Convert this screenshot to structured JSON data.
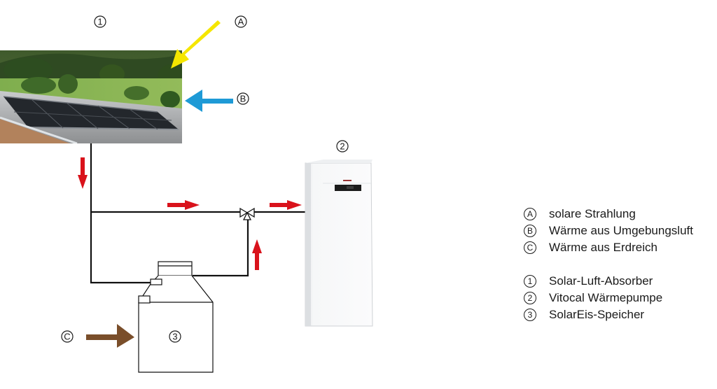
{
  "diagram": {
    "components": [
      {
        "id": "1",
        "marker": "1",
        "name": "Solar-Luft-Absorber"
      },
      {
        "id": "2",
        "marker": "2",
        "name": "Vitocal Wärmepumpe"
      },
      {
        "id": "3",
        "marker": "3",
        "name": "SolarEis-Speicher"
      }
    ],
    "sources": [
      {
        "id": "A",
        "marker": "A",
        "name": "solare Strahlung",
        "color": "#f5e600"
      },
      {
        "id": "B",
        "marker": "B",
        "name": "Wärme aus Umgebungsluft",
        "color": "#1e9ad6"
      },
      {
        "id": "C",
        "marker": "C",
        "name": "Wärme aus Erdreich",
        "color": "#7a4e2a"
      }
    ],
    "flow_arrow_color": "#d9121b",
    "pipe_color": "#111111"
  },
  "legend": {
    "sources": [
      {
        "marker": "A",
        "label": "solare Strahlung"
      },
      {
        "marker": "B",
        "label": "Wärme aus Umgebungsluft"
      },
      {
        "marker": "C",
        "label": "Wärme aus Erdreich"
      }
    ],
    "components": [
      {
        "marker": "1",
        "label": "Solar-Luft-Absorber"
      },
      {
        "marker": "2",
        "label": "Vitocal Wärmepumpe"
      },
      {
        "marker": "3",
        "label": "SolarEis-Speicher"
      }
    ]
  },
  "labels": {
    "absorber": "1",
    "heat_pump": "2",
    "ice_storage": "3",
    "solar": "A",
    "air": "B",
    "ground": "C"
  }
}
